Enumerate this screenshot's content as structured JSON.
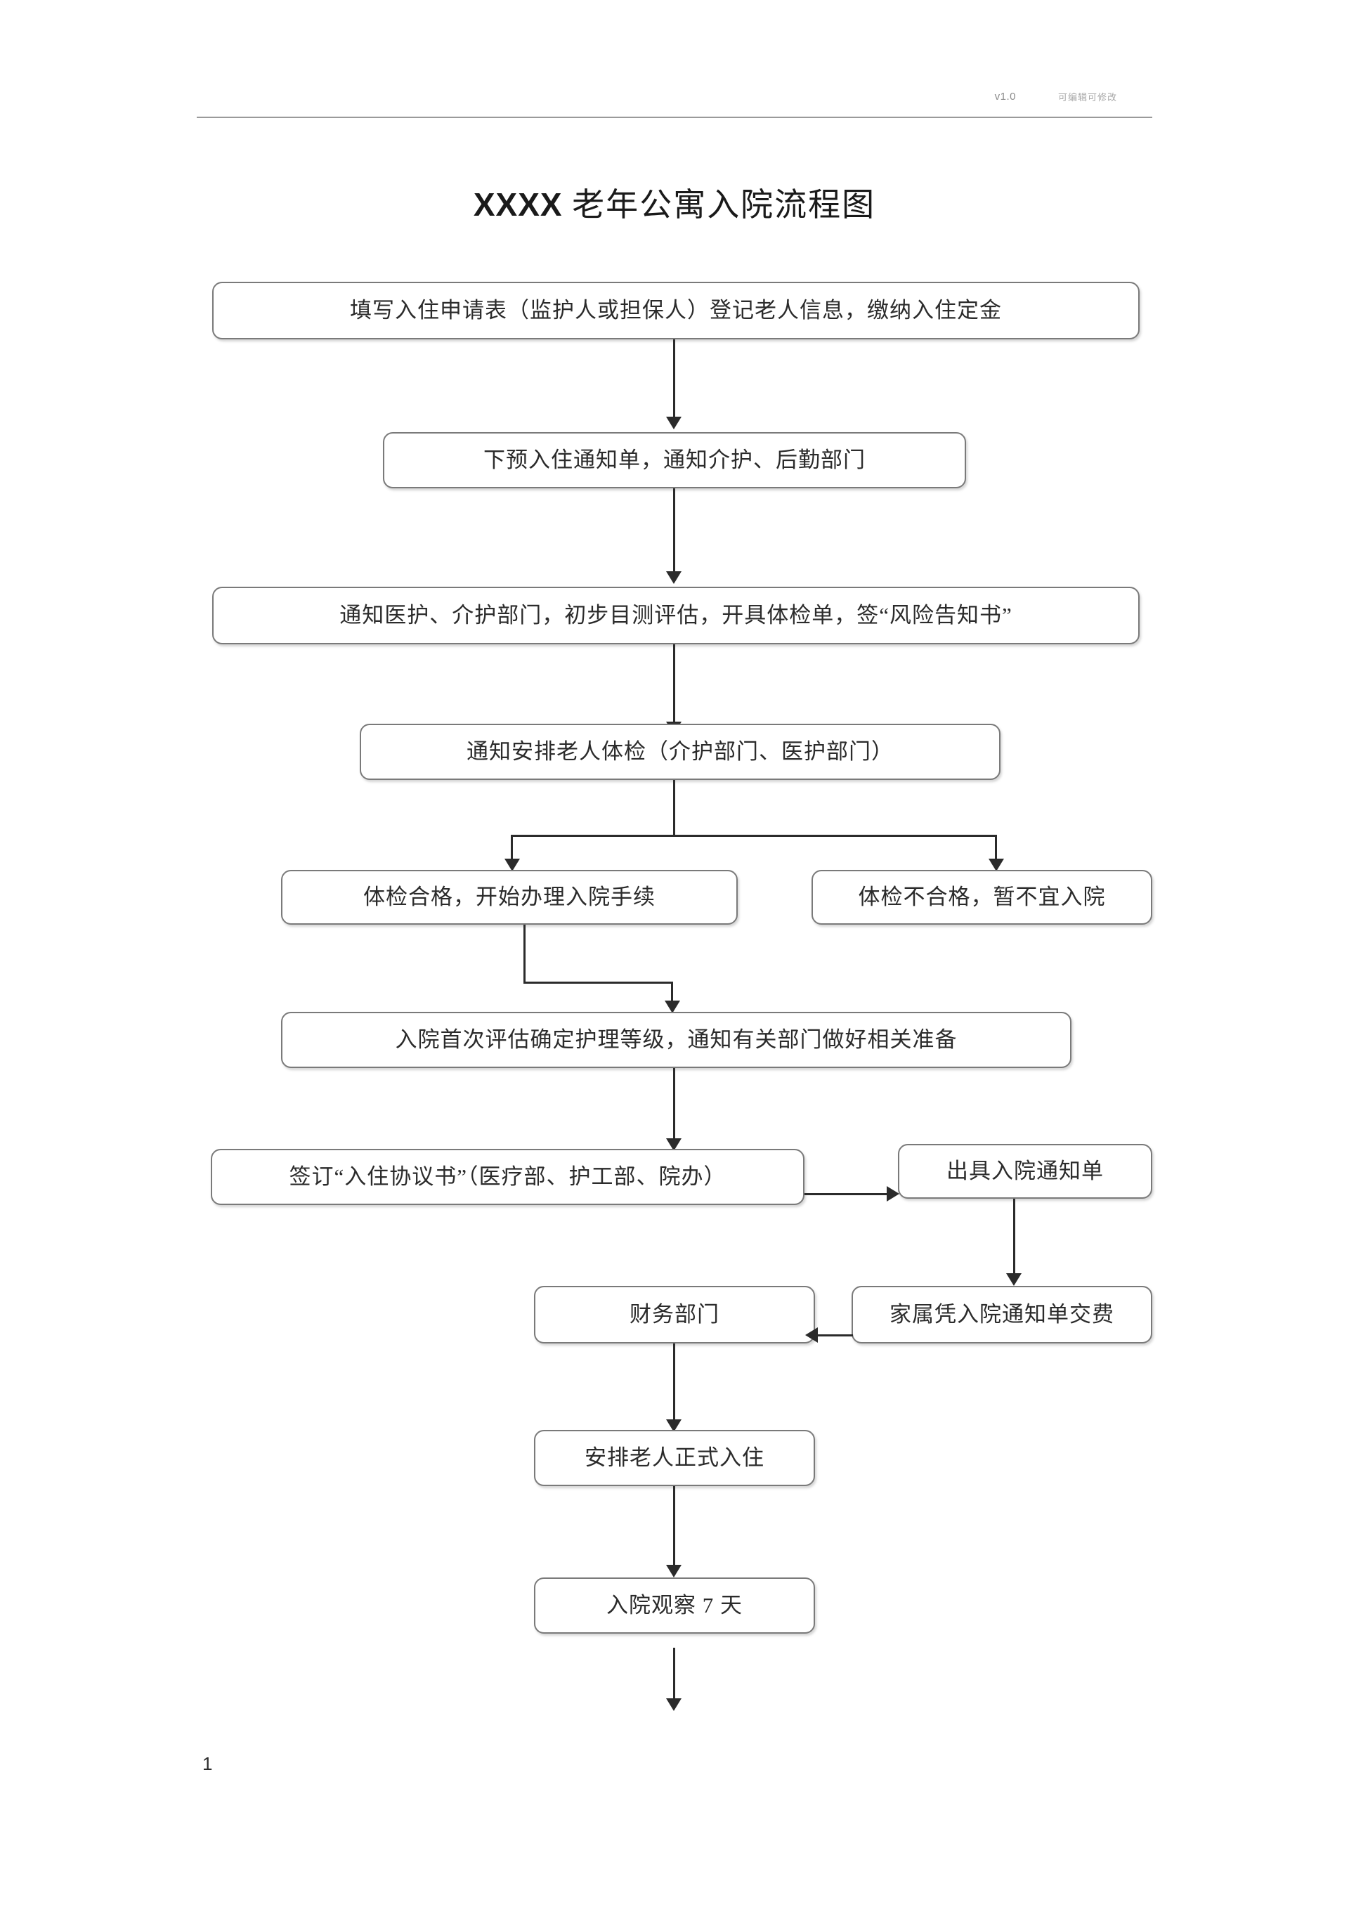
{
  "header": {
    "version": "v1.0",
    "note": "可编辑可修改"
  },
  "title": {
    "latin": "XXXX",
    "chinese": "老年公寓入院流程图"
  },
  "footer": {
    "page_number": "1"
  },
  "flowchart": {
    "type": "flowchart",
    "orientation": "top-to-bottom",
    "nodes": [
      {
        "id": "n1",
        "label": "填写入住申请表（监护人或担保人）登记老人信息，缴纳入住定金"
      },
      {
        "id": "n2",
        "label": "下预入住通知单，通知介护、后勤部门"
      },
      {
        "id": "n3",
        "label": "通知医护、介护部门，初步目测评估，开具体检单，签“风险告知书”"
      },
      {
        "id": "n4",
        "label": "通知安排老人体检（介护部门、医护部门）"
      },
      {
        "id": "n5a",
        "label": "体检合格，开始办理入院手续"
      },
      {
        "id": "n5b",
        "label": "体检不合格，暂不宜入院"
      },
      {
        "id": "n6",
        "label": "入院首次评估确定护理等级，通知有关部门做好相关准备"
      },
      {
        "id": "n7",
        "label": "签订“入住协议书”（医疗部、护工部、院办）"
      },
      {
        "id": "n8",
        "label": "出具入院通知单"
      },
      {
        "id": "n9",
        "label": "财务部门"
      },
      {
        "id": "n10",
        "label": "家属凭入院通知单交费"
      },
      {
        "id": "n11",
        "label": "安排老人正式入住"
      },
      {
        "id": "n12",
        "label": "入院观察 7 天"
      }
    ],
    "edges": [
      {
        "from": "n1",
        "to": "n2",
        "style": "straight-down"
      },
      {
        "from": "n2",
        "to": "n3",
        "style": "straight-down"
      },
      {
        "from": "n3",
        "to": "n4",
        "style": "straight-down"
      },
      {
        "from": "n4",
        "to": "n5a",
        "style": "split-left"
      },
      {
        "from": "n4",
        "to": "n5b",
        "style": "split-right"
      },
      {
        "from": "n5a",
        "to": "n6",
        "style": "elbow-down-right"
      },
      {
        "from": "n6",
        "to": "n7",
        "style": "straight-down"
      },
      {
        "from": "n7",
        "to": "n8",
        "style": "straight-right"
      },
      {
        "from": "n8",
        "to": "n10",
        "style": "straight-down"
      },
      {
        "from": "n10",
        "to": "n9",
        "style": "straight-left"
      },
      {
        "from": "n9",
        "to": "n11",
        "style": "straight-down"
      },
      {
        "from": "n11",
        "to": "n12",
        "style": "straight-down"
      },
      {
        "from": "n12",
        "to": "",
        "style": "dangling-down"
      }
    ]
  }
}
